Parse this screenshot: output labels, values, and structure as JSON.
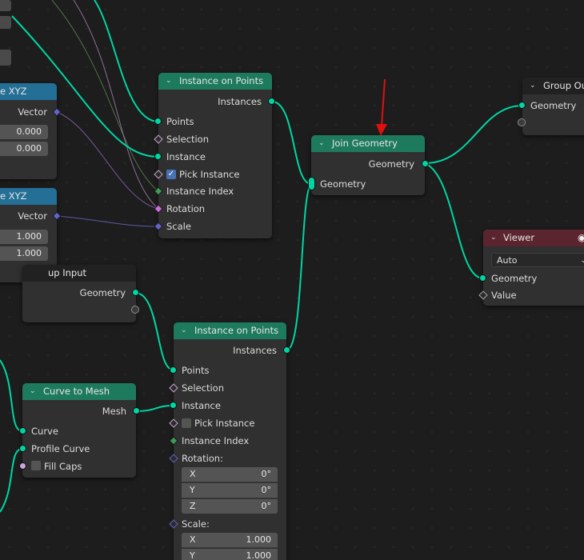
{
  "canvas": {
    "background": "#1d1d1d"
  },
  "colors": {
    "geometry_socket": "#00d6a3",
    "header_geometry": "#1e7a5d",
    "header_vector": "#246f96",
    "header_output": "#5b2530",
    "header_group": "#212121",
    "annotation_arrow": "#e01010"
  },
  "nodes": {
    "combine_xyz_top": {
      "title": "e XYZ",
      "vector_label": "Vector",
      "x_value": "0.000",
      "y_value": "0.000"
    },
    "combine_xyz_bottom": {
      "title": "e XYZ",
      "vector_label": "Vector",
      "x_value": "1.000",
      "y_value": "1.000"
    },
    "group_input": {
      "title": "up Input",
      "geometry_label": "Geometry"
    },
    "instance_on_points_top": {
      "title": "Instance on Points",
      "instances_label": "Instances",
      "points_label": "Points",
      "selection_label": "Selection",
      "instance_label": "Instance",
      "pick_instance_label": "Pick Instance",
      "pick_instance_checked": true,
      "instance_index_label": "Instance Index",
      "rotation_label": "Rotation",
      "scale_label": "Scale"
    },
    "join_geometry": {
      "title": "Join Geometry",
      "output_label": "Geometry",
      "input_label": "Geometry"
    },
    "group_output": {
      "title": "Group Out",
      "geometry_label": "Geometry"
    },
    "viewer": {
      "title": "Viewer",
      "domain_value": "Auto",
      "geometry_label": "Geometry",
      "value_label": "Value",
      "eye_icon": "eye-icon"
    },
    "curve_to_mesh": {
      "title": "Curve to Mesh",
      "mesh_label": "Mesh",
      "curve_label": "Curve",
      "profile_curve_label": "Profile Curve",
      "fill_caps_label": "Fill Caps",
      "fill_caps_checked": false
    },
    "instance_on_points_bottom": {
      "title": "Instance on Points",
      "instances_label": "Instances",
      "points_label": "Points",
      "selection_label": "Selection",
      "instance_label": "Instance",
      "pick_instance_label": "Pick Instance",
      "pick_instance_checked": false,
      "instance_index_label": "Instance Index",
      "rotation_label": "Rotation:",
      "rotation": [
        {
          "axis": "X",
          "value": "0°"
        },
        {
          "axis": "Y",
          "value": "0°"
        },
        {
          "axis": "Z",
          "value": "0°"
        }
      ],
      "scale_label": "Scale:",
      "scale": [
        {
          "axis": "X",
          "value": "1.000"
        },
        {
          "axis": "Y",
          "value": "1.000"
        }
      ]
    }
  }
}
